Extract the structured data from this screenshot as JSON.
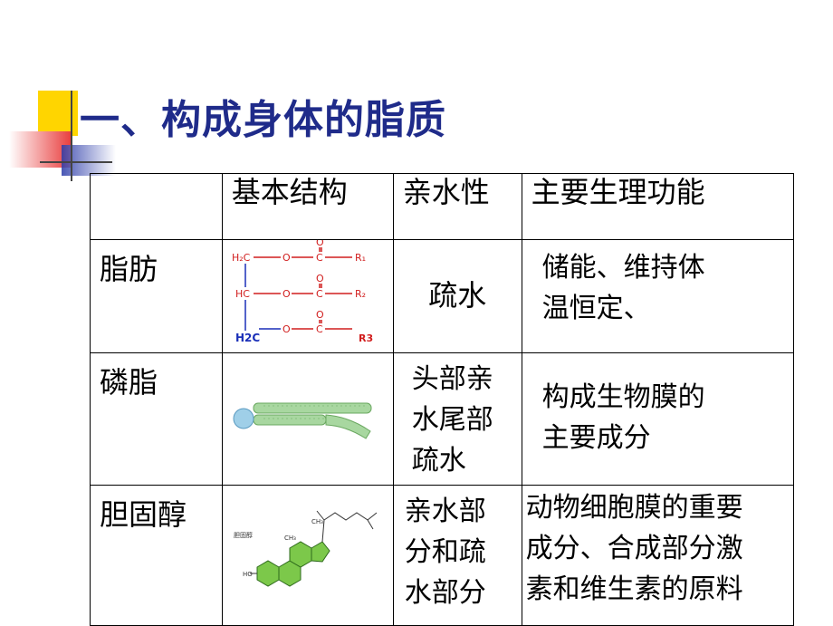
{
  "title": "一、构成身体的脂质",
  "table": {
    "headers": [
      "",
      "基本结构",
      "亲水性",
      "主要生理功能"
    ],
    "rows": [
      {
        "name": "脂肪",
        "structure_labels": {
          "h2c": "H₂C",
          "hc": "HC",
          "h2c_bottom": "H2C",
          "o": "O",
          "c": "C",
          "r1": "R₁",
          "r2": "R₂",
          "r3": "R3"
        },
        "hydro": "疏水",
        "function": [
          "储能、维持体",
          "温恒定、"
        ]
      },
      {
        "name": "磷脂",
        "hydro": [
          "头部亲",
          "水尾部",
          "疏水"
        ],
        "function": [
          "构成生物膜的",
          "主要成分"
        ]
      },
      {
        "name": "胆固醇",
        "structure_labels": {
          "caption": "胆固醇",
          "ho": "HO",
          "ch3": "CH₃"
        },
        "hydro": [
          "亲水部",
          "分和疏",
          "水部分"
        ],
        "function": [
          "动物细胞膜的重要",
          "成分、合成部分激",
          "素和维生素的原料"
        ]
      }
    ]
  },
  "colors": {
    "title": "#1f2b8a",
    "logo_yellow": "#ffd500",
    "logo_red": "#e83a3a",
    "logo_blue": "#2a3aa8",
    "fat_red": "#d11e1e",
    "fat_blue": "#1a2fb8",
    "phospho_green": "#a8d7a0",
    "cholesterol_green": "#7cc84a"
  }
}
